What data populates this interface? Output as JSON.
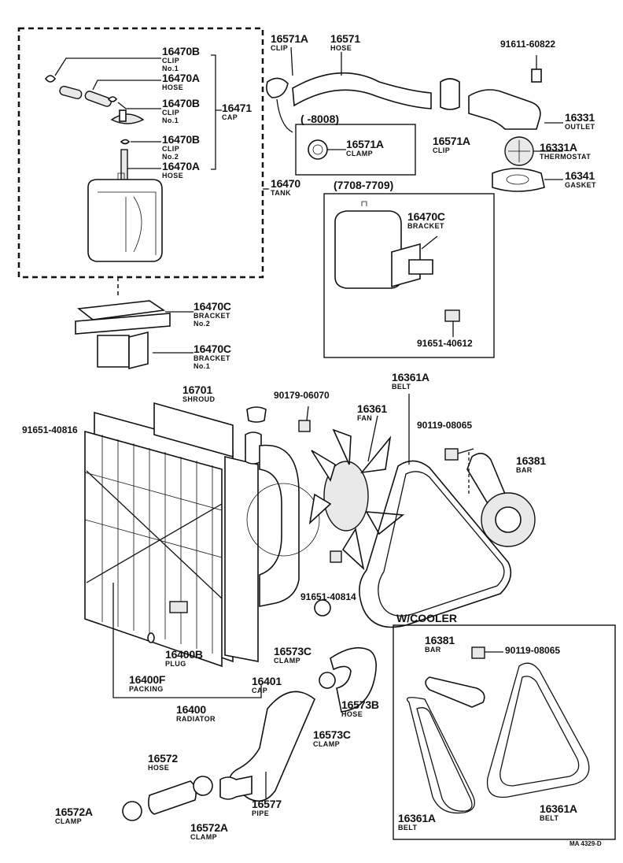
{
  "diagram_ref": "MA 4329-D",
  "groups": {
    "cap_year_range": "( -8008)",
    "bracket_year_range": "(7708-7709)",
    "cooler": "W/COOLER"
  },
  "labels": [
    {
      "id": "16470b-1",
      "num": "16470B",
      "name": "CLIP",
      "sub": "No.1"
    },
    {
      "id": "16470a-1",
      "num": "16470A",
      "name": "HOSE"
    },
    {
      "id": "16470b-2",
      "num": "16470B",
      "name": "CLIP",
      "sub": "No.1"
    },
    {
      "id": "16471",
      "num": "16471",
      "name": "CAP"
    },
    {
      "id": "16470b-3",
      "num": "16470B",
      "name": "CLIP",
      "sub": "No.2"
    },
    {
      "id": "16470a-2",
      "num": "16470A",
      "name": "HOSE"
    },
    {
      "id": "16470",
      "num": "16470",
      "name": "TANK"
    },
    {
      "id": "16571a-1",
      "num": "16571A",
      "name": "CLIP"
    },
    {
      "id": "16571",
      "num": "16571",
      "name": "HOSE"
    },
    {
      "id": "91611-60822",
      "num": "91611-60822"
    },
    {
      "id": "16331",
      "num": "16331",
      "name": "OUTLET"
    },
    {
      "id": "16571a-2",
      "num": "16571A",
      "name": "CLAMP"
    },
    {
      "id": "16571a-3",
      "num": "16571A",
      "name": "CLIP"
    },
    {
      "id": "16331a",
      "num": "16331A",
      "name": "THERMOSTAT"
    },
    {
      "id": "16341",
      "num": "16341",
      "name": "GASKET"
    },
    {
      "id": "16470c-0",
      "num": "16470C",
      "name": "BRACKET"
    },
    {
      "id": "91651-40612",
      "num": "91651-40612"
    },
    {
      "id": "16470c-2",
      "num": "16470C",
      "name": "BRACKET",
      "sub": "No.2"
    },
    {
      "id": "16470c-1",
      "num": "16470C",
      "name": "BRACKET",
      "sub": "No.1"
    },
    {
      "id": "16361a-1",
      "num": "16361A",
      "name": "BELT"
    },
    {
      "id": "16701",
      "num": "16701",
      "name": "SHROUD"
    },
    {
      "id": "90179-06070",
      "num": "90179-06070"
    },
    {
      "id": "16361",
      "num": "16361",
      "name": "FAN"
    },
    {
      "id": "90119-08065-1",
      "num": "90119-08065"
    },
    {
      "id": "91651-40816",
      "num": "91651-40816"
    },
    {
      "id": "16381-1",
      "num": "16381",
      "name": "BAR"
    },
    {
      "id": "91651-40814",
      "num": "91651-40814"
    },
    {
      "id": "16573c-1",
      "num": "16573C",
      "name": "CLAMP"
    },
    {
      "id": "16400b",
      "num": "16400B",
      "name": "PLUG"
    },
    {
      "id": "16381-2",
      "num": "16381",
      "name": "BAR"
    },
    {
      "id": "90119-08065-2",
      "num": "90119-08065"
    },
    {
      "id": "16400f",
      "num": "16400F",
      "name": "PACKING"
    },
    {
      "id": "16401",
      "num": "16401",
      "name": "CAP"
    },
    {
      "id": "16573b",
      "num": "16573B",
      "name": "HOSE"
    },
    {
      "id": "16400",
      "num": "16400",
      "name": "RADIATOR"
    },
    {
      "id": "16573c-2",
      "num": "16573C",
      "name": "CLAMP"
    },
    {
      "id": "16572",
      "num": "16572",
      "name": "HOSE"
    },
    {
      "id": "16577",
      "num": "16577",
      "name": "PIPE"
    },
    {
      "id": "16572a-1",
      "num": "16572A",
      "name": "CLAMP"
    },
    {
      "id": "16572a-2",
      "num": "16572A",
      "name": "CLAMP"
    },
    {
      "id": "16361a-2",
      "num": "16361A",
      "name": "BELT"
    },
    {
      "id": "16361a-3",
      "num": "16361A",
      "name": "BELT"
    }
  ]
}
